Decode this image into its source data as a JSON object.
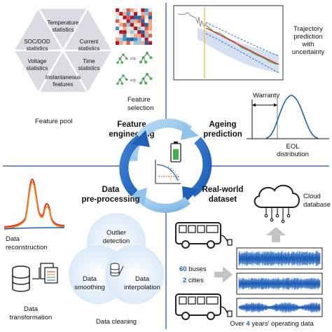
{
  "quadrants": {
    "feature": {
      "title_line1": "Feature",
      "title_line2": "engineering",
      "pool_label": "Feature pool",
      "selection_line1": "Feature",
      "selection_line2": "selection",
      "hexagon_cells": [
        {
          "line1": "Temperature",
          "line2": "statistics"
        },
        {
          "line1": "Current",
          "line2": "statistics"
        },
        {
          "line1": "Time",
          "line2": "statistics"
        },
        {
          "line1": "Instantaneous",
          "line2": "features"
        },
        {
          "line1": "Voltage",
          "line2": "statistics"
        },
        {
          "line1": "SOC/DOD",
          "line2": "statistics"
        }
      ]
    },
    "ageing": {
      "title_line1": "Ageing",
      "title_line2": "prediction",
      "trajectory_line1": "Trajectory",
      "trajectory_line2": "prediction",
      "trajectory_line3": "with",
      "trajectory_line4": "uncertainty",
      "warranty": "Warranty",
      "eol_line1": "EOL",
      "eol_line2": "distribution"
    },
    "preprocessing": {
      "title_line1": "Data",
      "title_line2": "pre-processing",
      "reconstruction_line1": "Data",
      "reconstruction_line2": "reconstruction",
      "transformation_line1": "Data",
      "transformation_line2": "transformation",
      "cleaning_label": "Data cleaning",
      "venn": {
        "top_line1": "Outlier",
        "top_line2": "detection",
        "left_line1": "Data",
        "left_line2": "smoothing",
        "right_line1": "Data",
        "right_line2": "interpolation"
      }
    },
    "dataset": {
      "title_line1": "Real-world",
      "title_line2": "dataset",
      "cloud_line1": "Cloud",
      "cloud_line2": "database",
      "buses_number": "60",
      "buses_text": " buses",
      "cities_number": "2",
      "cities_text": " cities",
      "caption_prefix": "Over ",
      "caption_number": "4",
      "caption_suffix": " years' operating data"
    }
  },
  "colors": {
    "divider": "#1f4e9a",
    "accent_blue": "#1f5fb8",
    "cycle_dark": "#1f5fb8",
    "cycle_light": "#8fc3ea",
    "orange": "#f08a1c",
    "green": "#2ea44f",
    "red": "#d9342b",
    "gray": "#9a9a9a",
    "venn_fill": "#dbe9f7"
  },
  "icons": [
    "battery-icon",
    "database-icon",
    "document-icon",
    "bus-icon",
    "cloud-icon",
    "tree-icon"
  ]
}
